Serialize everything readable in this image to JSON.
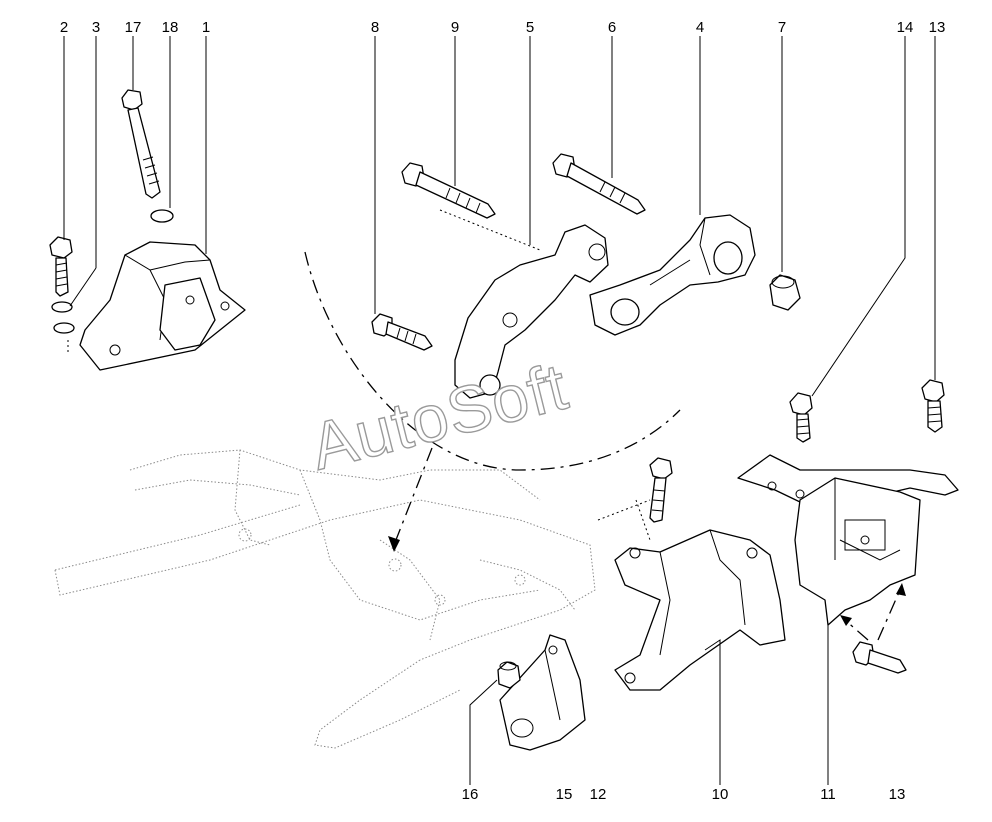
{
  "diagram": {
    "watermark": "AutoSoft",
    "callouts": {
      "c2": "2",
      "c3": "3",
      "c17": "17",
      "c18": "18",
      "c1": "1",
      "c8": "8",
      "c9": "9",
      "c5": "5",
      "c6": "6",
      "c4": "4",
      "c7": "7",
      "c14": "14",
      "c13_top": "13",
      "c16": "16",
      "c15": "15",
      "c12": "12",
      "c10": "10",
      "c11": "11",
      "c13_bottom": "13"
    }
  }
}
